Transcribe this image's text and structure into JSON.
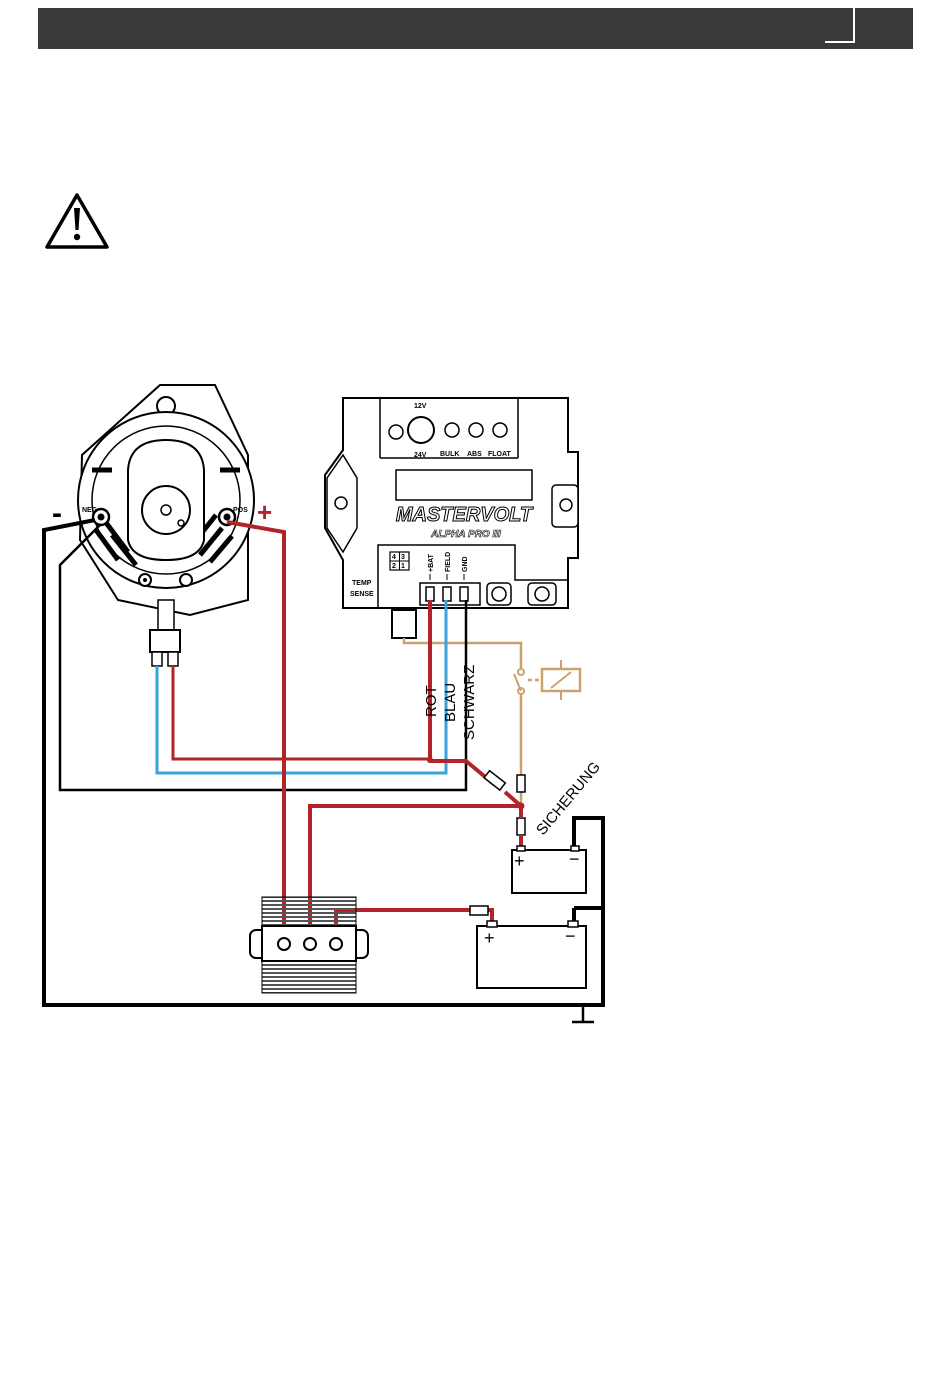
{
  "colors": {
    "header": "#3a3a3a",
    "wire_red": "#b3232a",
    "wire_blue": "#3aa3d9",
    "wire_black": "#000000",
    "wire_tan": "#c9a36b"
  },
  "icons": [
    "warning-triangle-icon",
    "ground-symbol-icon"
  ],
  "alternator": {
    "minus": "-",
    "plus": "+",
    "neg_label": "NEG",
    "pos_label": "POS"
  },
  "regulator": {
    "brand": "MASTERVOLT",
    "model": "ALPHA PRO III",
    "voltage_top": "12V",
    "voltage_bottom": "24V",
    "leds": [
      "BULK",
      "ABS",
      "FLOAT"
    ],
    "terminals": [
      "+BAT",
      "FIELD",
      "GND"
    ],
    "temp_sense": [
      "TEMP",
      "SENSE"
    ],
    "switch_digits": [
      "4",
      "3",
      "2",
      "1"
    ]
  },
  "wires": {
    "red": "ROT",
    "blue": "BLAU",
    "black": "SCHWARZ"
  },
  "fuse_label": "SICHERUNG",
  "battery": {
    "plus": "+",
    "minus": "−"
  }
}
